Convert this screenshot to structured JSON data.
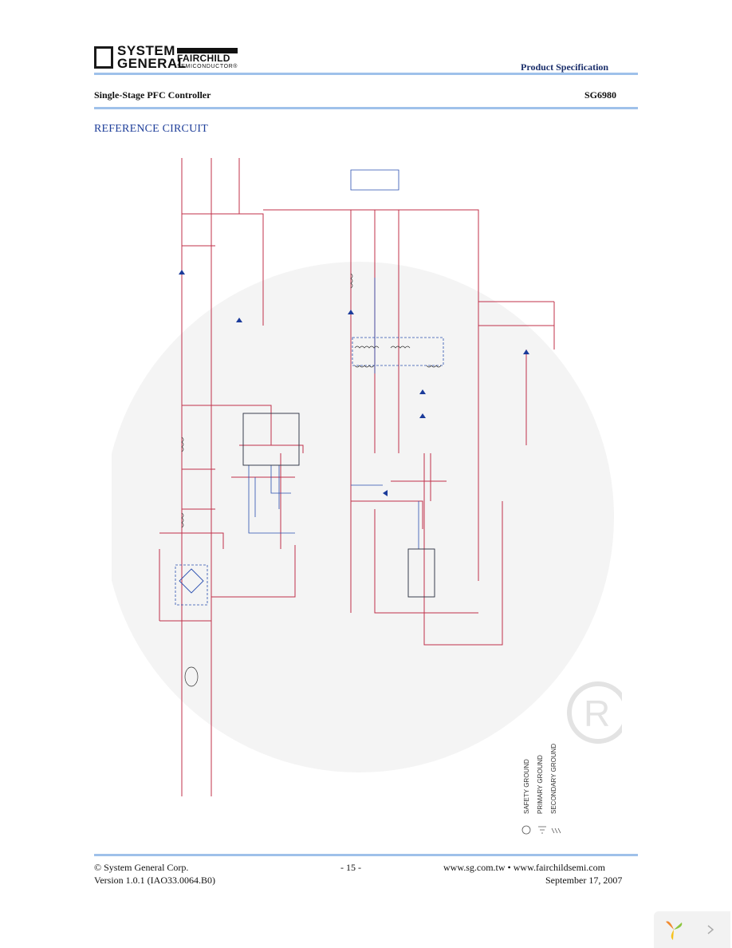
{
  "header": {
    "logo_line1": "SYSTEM",
    "logo_line2": "GENERAL",
    "fairchild_name": "FAIRCHILD",
    "fairchild_semi": "SEMICONDUCTOR®",
    "spec_label": "Product Specification",
    "subtitle": "Single-Stage PFC Controller",
    "part_number": "SG6980"
  },
  "section_title": "REFERENCE CIRCUIT",
  "schematic": {
    "legend": [
      "SAFETY GROUND",
      "PRIMARY GROUND",
      "SECONDARY GROUND"
    ]
  },
  "footer": {
    "copyright": "© System General Corp.",
    "version": "Version 1.0.1 (IAO33.0064.B0)",
    "page": "- 15 -",
    "urls": "www.sg.com.tw • www.fairchildsemi.com",
    "date": "September 17, 2007"
  },
  "colors": {
    "rule": "#9fc1ea",
    "title_blue": "#1f3f9a",
    "wire_red": "#c0304a",
    "wire_blue": "#2a4fb0"
  }
}
